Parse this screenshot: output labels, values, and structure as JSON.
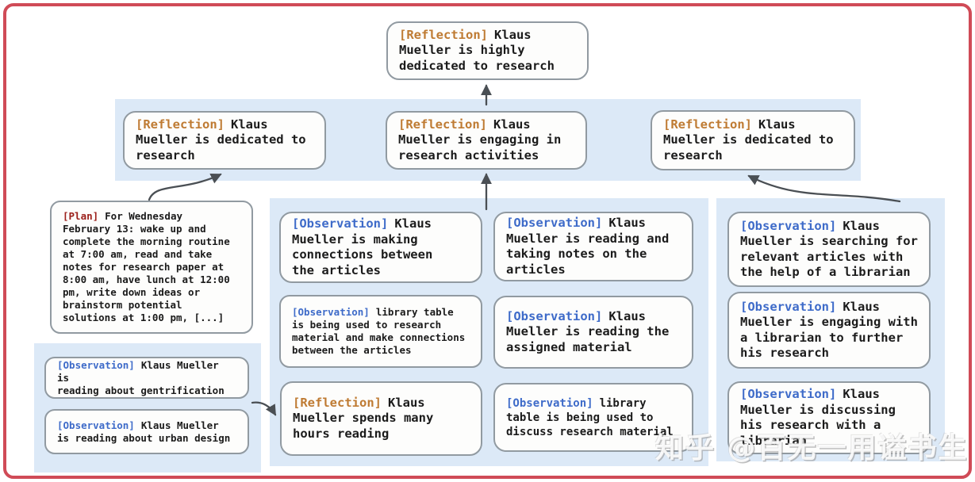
{
  "colors": {
    "frame_border": "#d04b57",
    "panel_bg": "#dce9f7",
    "box_border": "#919aa1",
    "reflection_tag": "#bf7b33",
    "observation_tag": "#3e6bc9",
    "plan_tag": "#9c201b",
    "arrow": "#4a4f54",
    "text": "#1b1b1b"
  },
  "nodes": {
    "root": {
      "tag": "[Reflection]",
      "type": "reflection",
      "text": "Klaus\nMueller is highly\ndedicated to research"
    },
    "ref_left": {
      "tag": "[Reflection]",
      "type": "reflection",
      "text": "Klaus\nMueller is dedicated to\nresearch"
    },
    "ref_mid": {
      "tag": "[Reflection]",
      "type": "reflection",
      "text": "Klaus\nMueller is engaging in\nresearch activities"
    },
    "ref_right": {
      "tag": "[Reflection]",
      "type": "reflection",
      "text": "Klaus\nMueller is dedicated to\nresearch"
    },
    "plan": {
      "tag": "[Plan]",
      "type": "plan",
      "text": "For Wednesday\nFebruary 13: wake up and\ncomplete the morning routine\nat 7:00 am, read and take\nnotes for research paper at\n8:00 am, have lunch at 12:00\npm, write down ideas or\nbrainstorm potential\nsolutions at 1:00 pm, [...]"
    },
    "obs_connections": {
      "tag": "[Observation]",
      "type": "observation",
      "text": "Klaus\nMueller is making\nconnections between\nthe articles"
    },
    "obs_library_research": {
      "tag": "[Observation]",
      "type": "observation",
      "text": "library table\nis being used to research\nmaterial and make connections\nbetween the articles"
    },
    "ref_hours": {
      "tag": "[Reflection]",
      "type": "reflection",
      "text": "Klaus\nMueller spends many\nhours reading"
    },
    "obs_notes": {
      "tag": "[Observation]",
      "type": "observation",
      "text": "Klaus\nMueller is reading and\ntaking notes on the\narticles"
    },
    "obs_assigned": {
      "tag": "[Observation]",
      "type": "observation",
      "text": "Klaus\nMueller is reading the\nassigned material"
    },
    "obs_library_discuss": {
      "tag": "[Observation]",
      "type": "observation",
      "text": "library\ntable is being used to\ndiscuss research material"
    },
    "obs_searching": {
      "tag": "[Observation]",
      "type": "observation",
      "text": "Klaus\nMueller is searching for\nrelevant articles with\nthe help of a librarian"
    },
    "obs_engaging": {
      "tag": "[Observation]",
      "type": "observation",
      "text": "Klaus\nMueller is engaging with\na librarian to further\nhis research"
    },
    "obs_discussing": {
      "tag": "[Observation]",
      "type": "observation",
      "text": "Klaus\nMueller is discussing\nhis research with a\nlibrarian"
    },
    "obs_gentrification": {
      "tag": "[Observation]",
      "type": "observation",
      "text": "Klaus Mueller is\nreading about gentrification"
    },
    "obs_urban": {
      "tag": "[Observation]",
      "type": "observation",
      "text": "Klaus Mueller\nis reading about urban design"
    }
  },
  "watermark": "知乎 @百无一用谥书生"
}
